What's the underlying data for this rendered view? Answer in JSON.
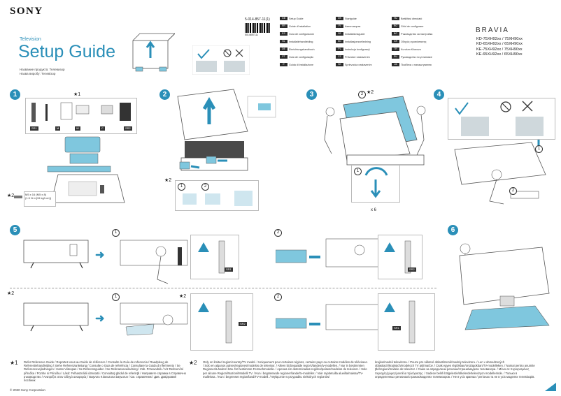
{
  "header": {
    "brand": "SONY",
    "product_type": "Television",
    "title": "Setup Guide",
    "subnames": "Название продукта: Телевизор\nНазва виробу: Телевізор",
    "doc_number": "5-014-857-11(1)",
    "barcode_number": "5014857111",
    "brand_line": "BRAVIA",
    "models": [
      "KD-75XH92xx / 75XH90xx",
      "KD-65XH92xx / 65XH90xx",
      "KE-75XH92xx / 75XH90xx",
      "KE-65XH92xx / 65XH90xx"
    ]
  },
  "languages": [
    {
      "code": "GB",
      "label": "Setup Guide"
    },
    {
      "code": "FR",
      "label": "Guide d'installation"
    },
    {
      "code": "ES",
      "label": "Guía de configuración"
    },
    {
      "code": "NL",
      "label": "Installatiehandleiding"
    },
    {
      "code": "DE",
      "label": "Einrichtungshandbuch"
    },
    {
      "code": "PT",
      "label": "Guia de configuração"
    },
    {
      "code": "IT",
      "label": "Guida di installazione"
    },
    {
      "code": "DK",
      "label": "Startguide"
    },
    {
      "code": "FI",
      "label": "Asennusopas"
    },
    {
      "code": "SE",
      "label": "Installationsguide"
    },
    {
      "code": "NO",
      "label": "Installasjonsveiledning"
    },
    {
      "code": "PL",
      "label": "Instrukcja konfiguracji"
    },
    {
      "code": "CZ",
      "label": "Průvodce nastavením"
    },
    {
      "code": "SK",
      "label": "Sprievodca nastavením"
    },
    {
      "code": "HU",
      "label": "Beállítási útmutató"
    },
    {
      "code": "RO",
      "label": "Ghid de configurare"
    },
    {
      "code": "BG",
      "label": "Ръководство за настройка"
    },
    {
      "code": "GR",
      "label": "Οδηγός εγκατάστασης"
    },
    {
      "code": "TR",
      "label": "Kurulum Kılavuzu"
    },
    {
      "code": "RU",
      "label": "Руководство по установке"
    },
    {
      "code": "UA",
      "label": "Посібник з налаштування"
    }
  ],
  "steps": {
    "s1": "1",
    "s2": "2",
    "s3": "3",
    "s4": "4",
    "s5": "5",
    "s6": "6"
  },
  "substeps": {
    "a": "1",
    "b": "2"
  },
  "stars": {
    "one": "★1",
    "two": "★2"
  },
  "parts": {
    "sr1": "SR1",
    "sr2": "SR2",
    "m": "M",
    "wb": "W",
    "cb": "C"
  },
  "screw_spec": "M5 x 16 (M5 x 8)\n(1.5 N·m{15 kgf·cm})",
  "multiplier": "x 6",
  "footnotes": {
    "star1_mark": "★1",
    "star1": "Refer Reference Guide / Reportez-vous au Guide de référence / Consulte la Guía de referencia / Raadpleeg de Referentiehandleiding / Siehe Referenzanleitung / Consulte o Guia de referência / Consultare la Guida di riferimento / Se Referencevejledningen / Katso Viiteopas / Se Referensguiden / Se Referanseveiledning / Zob. Przewodnik / Viz Referenční příručka / Pozrite si Príručku / Lásd: Felhasználói útmutató / Consultaţi ghidul de referinţă / Направете справка в Справочно ръководство / Ανατρέξτε στον Οδηγό αναφοράς / Başvuru Kılavuzuna başvurun / См. справочник / Див. Довідковий посібник",
    "star2_mark": "★2",
    "star2": "Only on limited region/country/TV model. / Uniquement pour certaines régions, certains pays ou certains modèles de téléviseur. / Solo en algunos países/regiones/modelos de televisor. / Alleen bij bepaalde regio's/landen/tv-modellen. / Nur in bestimmten Regionen/Ländern bzw. für bestimmte Fernsehmodelle. / Apenas em determinadas regiões/países/modelos de televisor. / Solo per alcune Regioni/Nazioni/Modelli TV. / Kun i begrænsede regioner/lande/tv-modeller. / Vain rajoitetuilla alueilla/maissa/TV-malleissa. / Kun i begrenset region/land/TV-modell. / Wyłącznie w przypadku niektórych regionów/",
    "star2b": "krajów/modeli telewizora. / Pouze pro některé oblasti/země/modely televizoru. / Len v obmedzených oblastiach/krajinách/modeloch TV prijímačov. / Csak egyes régiókban/országokban/TV-modelleken. / Numai pentru anumite ţări/regiuni/modele de televizor. / Само за определени региони/страни/модели телевизори. / Μόνο σε περιορισμένες περιοχές/χώρες/μοντέλα τηλεόρασης. / Sadece belirli bölgelerde/ülkelerde/televizyon modellerinde. / Только в определенных регионах/странах/моделях телевизоров. / Не в усіх країнах / регіонах та не в усіх моделях телевізорів."
  },
  "copyright": "© 2020 Sony Corporation",
  "colors": {
    "accent": "#2a8fb8",
    "accent_light": "#7fc7de"
  }
}
